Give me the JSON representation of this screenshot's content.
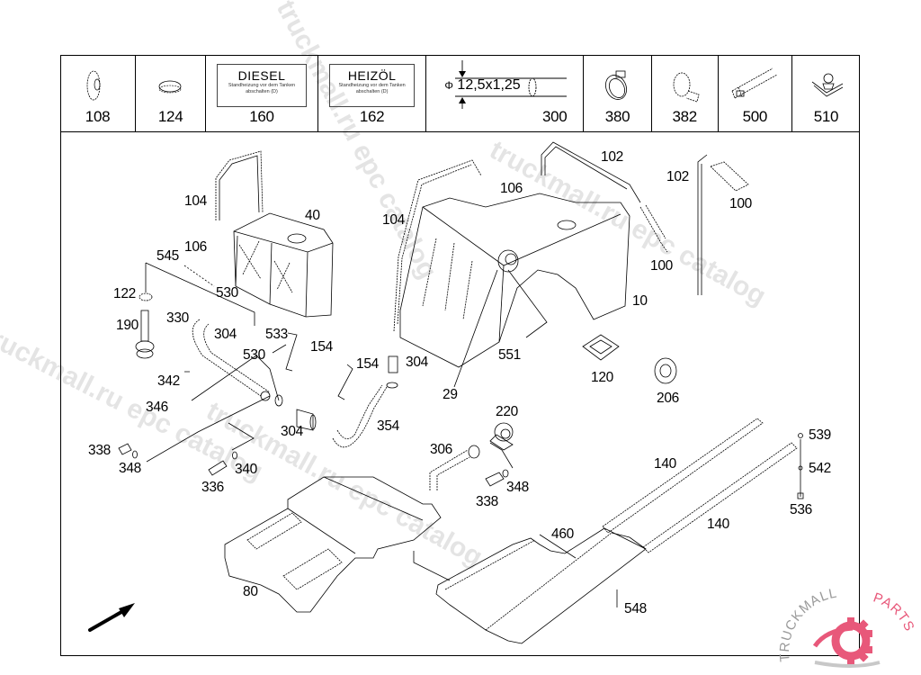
{
  "legend": {
    "cells": [
      {
        "part": "108",
        "icon": "cap-icon"
      },
      {
        "part": "124",
        "icon": "plug-cap-icon"
      },
      {
        "part": "160",
        "icon": "diesel-label-icon",
        "label_title": "DIESEL",
        "label_text": "Standheizung vor dem Tanken abschalten (D)"
      },
      {
        "part": "162",
        "icon": "heating-oil-label-icon",
        "label_title": "HEIZÖL",
        "label_text": "Standheizung vor dem Tanken abschalten (D)"
      },
      {
        "part": "300",
        "icon": "hose-dimension-icon",
        "dimension": "12,5x1,25",
        "phi": "Φ"
      },
      {
        "part": "380",
        "icon": "hose-clamp-icon"
      },
      {
        "part": "382",
        "icon": "pipe-clip-icon"
      },
      {
        "part": "500",
        "icon": "cable-tie-strip-icon"
      },
      {
        "part": "510",
        "icon": "spring-clip-icon"
      }
    ]
  },
  "callouts": [
    {
      "id": "c104a",
      "text": "104"
    },
    {
      "id": "c40",
      "text": "40"
    },
    {
      "id": "c106a",
      "text": "106"
    },
    {
      "id": "c545",
      "text": "545"
    },
    {
      "id": "c530a",
      "text": "530"
    },
    {
      "id": "c122",
      "text": "122"
    },
    {
      "id": "c190",
      "text": "190"
    },
    {
      "id": "c330",
      "text": "330"
    },
    {
      "id": "c304a",
      "text": "304"
    },
    {
      "id": "c533",
      "text": "533"
    },
    {
      "id": "c530b",
      "text": "530"
    },
    {
      "id": "c154a",
      "text": "154"
    },
    {
      "id": "c342",
      "text": "342"
    },
    {
      "id": "c346",
      "text": "346"
    },
    {
      "id": "c338a",
      "text": "338"
    },
    {
      "id": "c348a",
      "text": "348"
    },
    {
      "id": "c336",
      "text": "336"
    },
    {
      "id": "c340",
      "text": "340"
    },
    {
      "id": "c304b",
      "text": "304"
    },
    {
      "id": "c154b",
      "text": "154"
    },
    {
      "id": "c304c",
      "text": "304"
    },
    {
      "id": "c354",
      "text": "354"
    },
    {
      "id": "c104b",
      "text": "104"
    },
    {
      "id": "c106b",
      "text": "106"
    },
    {
      "id": "c102a",
      "text": "102"
    },
    {
      "id": "c102b",
      "text": "102"
    },
    {
      "id": "c100a",
      "text": "100"
    },
    {
      "id": "c100b",
      "text": "100"
    },
    {
      "id": "c10",
      "text": "10"
    },
    {
      "id": "c551",
      "text": "551"
    },
    {
      "id": "c29",
      "text": "29"
    },
    {
      "id": "c120",
      "text": "120"
    },
    {
      "id": "c206",
      "text": "206"
    },
    {
      "id": "c220",
      "text": "220"
    },
    {
      "id": "c306",
      "text": "306"
    },
    {
      "id": "c348b",
      "text": "348"
    },
    {
      "id": "c338b",
      "text": "338"
    },
    {
      "id": "c140a",
      "text": "140"
    },
    {
      "id": "c140b",
      "text": "140"
    },
    {
      "id": "c539",
      "text": "539"
    },
    {
      "id": "c542",
      "text": "542"
    },
    {
      "id": "c536",
      "text": "536"
    },
    {
      "id": "c460",
      "text": "460"
    },
    {
      "id": "c548",
      "text": "548"
    },
    {
      "id": "c80",
      "text": "80"
    }
  ],
  "watermarks": [
    "truckmall.ru epc catalog",
    "truckmall.ru epc catalog",
    "truckmall.ru epc catalog",
    "truckmall.ru epc catalog"
  ],
  "logo": {
    "text_left": "TRUCKMALL",
    "text_right": "PARTS",
    "accent": "#e8587a",
    "gray": "#b0b0b0"
  },
  "colors": {
    "line": "#000000",
    "watermark": "#dcdcdc",
    "background": "#ffffff"
  }
}
